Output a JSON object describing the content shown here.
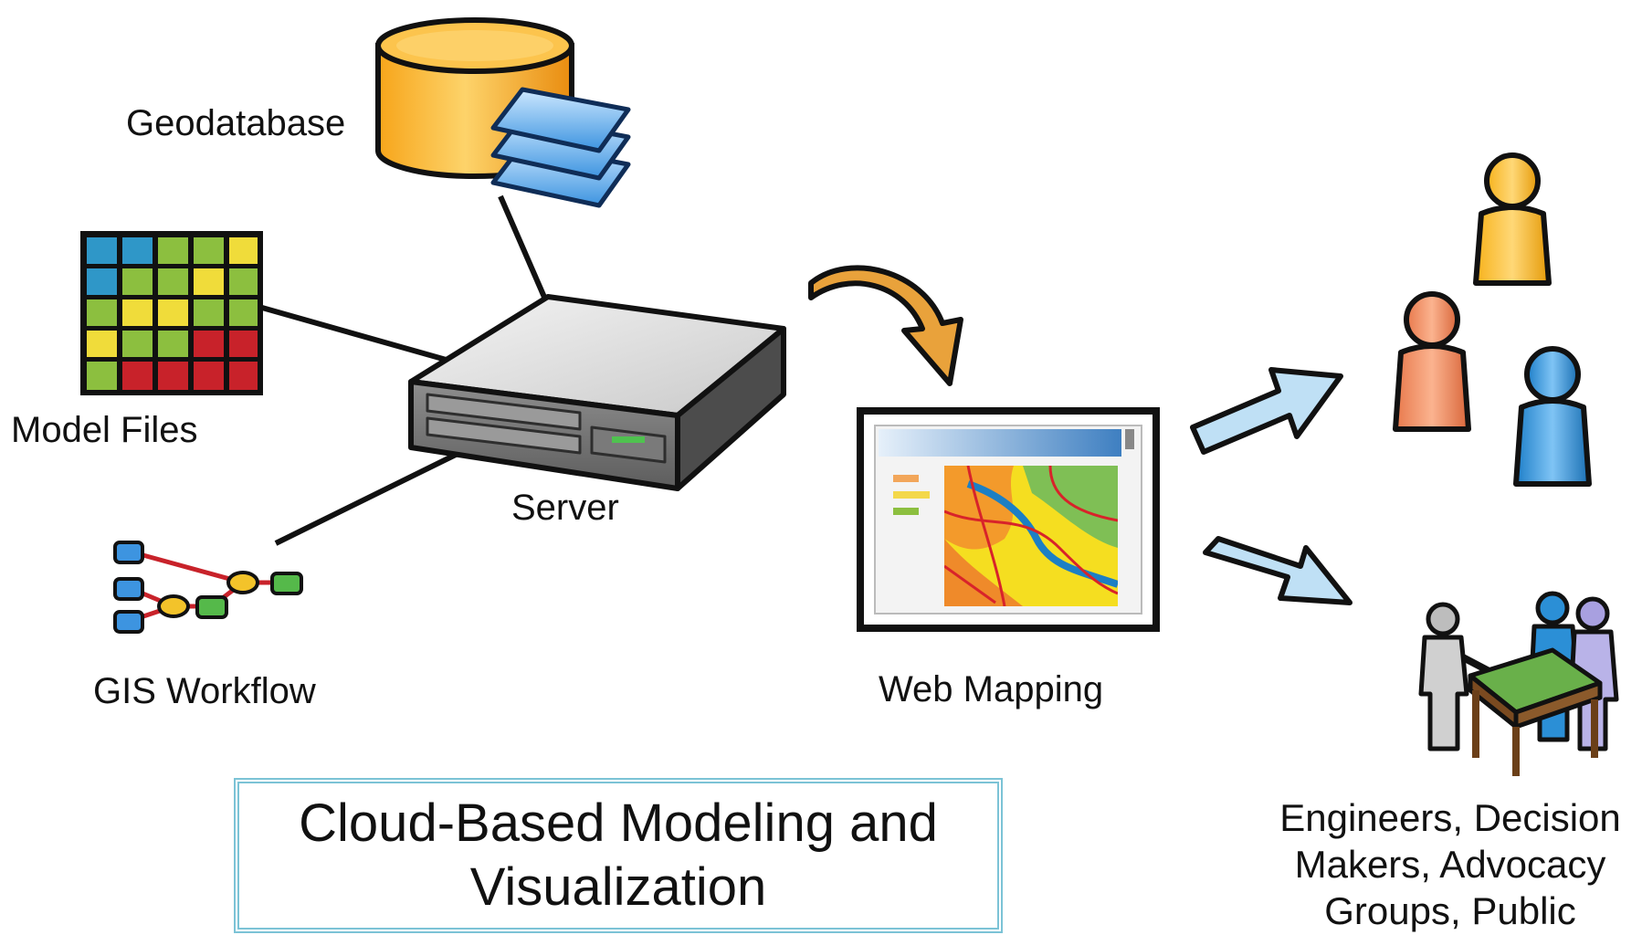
{
  "labels": {
    "geodatabase": "Geodatabase",
    "model_files": "Model Files",
    "server": "Server",
    "gis_workflow": "GIS Workflow",
    "web_mapping": "Web Mapping",
    "audience": "Engineers, Decision Makers, Advocacy Groups, Public"
  },
  "title": "Cloud-Based Modeling and Visualization",
  "icons": [
    "database-icon",
    "layers-icon",
    "grid-icon",
    "server-icon",
    "workflow-icon",
    "curved-arrow-icon",
    "web-map-icon",
    "arrow-icon",
    "person-icon",
    "meeting-icon"
  ],
  "colors": {
    "database": "#f6a21a",
    "layers": "#58a7e6",
    "arrow_orange": "#e9a23b",
    "arrow_blue": "#bfe0f5",
    "title_border": "#7cc3d6",
    "person_yellow": "#f7b21c",
    "person_orange": "#f08a5d",
    "person_blue": "#2b8fd6"
  }
}
